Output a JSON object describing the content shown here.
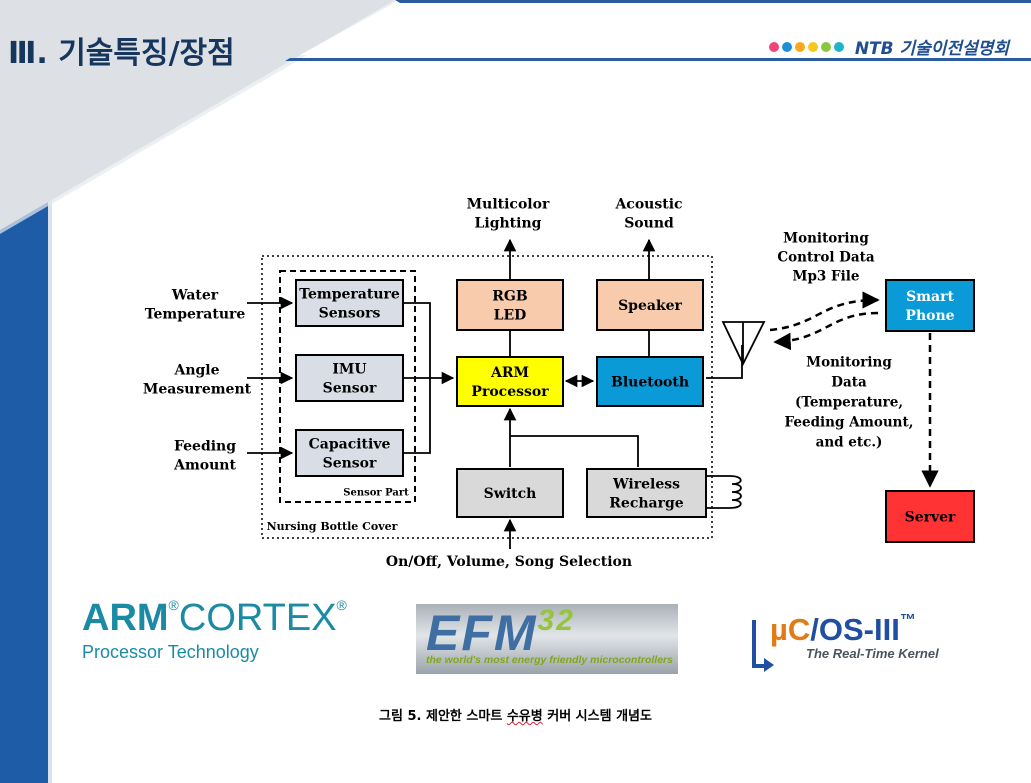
{
  "header": {
    "title": "Ⅲ. 기술특징/장점",
    "brand": "NTB 기술이전설명회",
    "brand_dot_colors": [
      "#f0457a",
      "#1e90d8",
      "#f7a81b",
      "#f7c71b",
      "#8cc63f",
      "#21b3c8"
    ]
  },
  "diagram": {
    "inputs": {
      "water": [
        "Water",
        "Temperature"
      ],
      "angle": [
        "Angle",
        "Measurement"
      ],
      "feeding": [
        "Feeding",
        "Amount"
      ]
    },
    "sensors": {
      "temperature": [
        "Temperature",
        "Sensors"
      ],
      "imu": [
        "IMU",
        "Sensor"
      ],
      "capacitive": [
        "Capacitive",
        "Sensor"
      ],
      "part_label": "Sensor Part"
    },
    "blocks": {
      "rgb_led": [
        "RGB",
        "LED"
      ],
      "speaker": "Speaker",
      "arm": [
        "ARM",
        "Processor"
      ],
      "bluetooth": "Bluetooth",
      "switch": "Switch",
      "wireless": [
        "Wireless",
        "Recharge"
      ],
      "smartphone": [
        "Smart",
        "Phone"
      ],
      "server": "Server"
    },
    "outputs": {
      "lighting": [
        "Multicolor",
        "Lighting"
      ],
      "sound": [
        "Acoustic",
        "Sound"
      ]
    },
    "cover_label": "Nursing Bottle Cover",
    "user_input": "On/Off, Volume, Song Selection",
    "to_phone": [
      "Monitoring",
      "Control Data",
      "Mp3 File"
    ],
    "from_phone": [
      "Monitoring",
      "Data",
      "(Temperature,",
      "Feeding Amount,",
      "and etc.)"
    ],
    "colors": {
      "sensor": "#d9dde6",
      "rgb": "#f8cbad",
      "arm": "#ffff00",
      "bluetooth": "#0b9ad8",
      "switch": "#d9d9d9",
      "server": "#ff3333"
    }
  },
  "logos": {
    "arm_bold": "ARM",
    "arm_rest": "CORTEX",
    "arm_reg": "®",
    "arm_sub": "Processor Technology",
    "efm_main": "EFM",
    "efm_sup": "32",
    "efm_sub": "the world's most energy friendly microcontrollers",
    "uc_mu": "µC",
    "uc_rest": "/OS-III",
    "uc_tm": "™",
    "uc_sub": "The Real-Time Kernel"
  },
  "caption": {
    "before": "그림 5. 제안한 스마트 ",
    "underlined": "수유병",
    "after": " 커버 시스템 개념도"
  }
}
